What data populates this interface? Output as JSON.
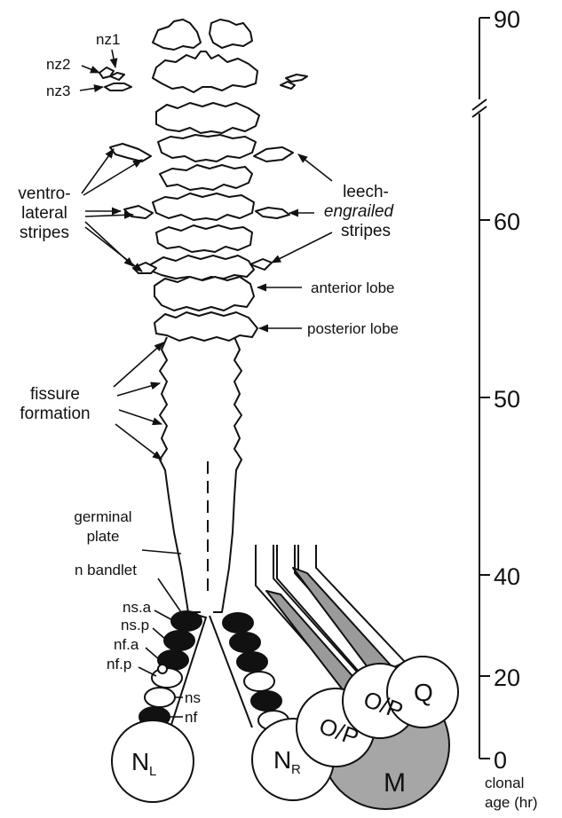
{
  "labels": {
    "nz1": "nz1",
    "nz2": "nz2",
    "nz3": "nz3",
    "ventrolateral": [
      "ventro-",
      "lateral",
      "stripes"
    ],
    "leech_prefix": "leech-",
    "engrailed": "engrailed",
    "stripes": "stripes",
    "anterior_lobe": "anterior lobe",
    "posterior_lobe": "posterior lobe",
    "fissure": [
      "fissure",
      "formation"
    ],
    "germinal_plate": [
      "germinal",
      "plate"
    ],
    "n_bandlet": "n bandlet",
    "ns_a": "ns.a",
    "ns_p": "ns.p",
    "nf_a": "nf.a",
    "nf_p": "nf.p",
    "ns": "ns",
    "nf": "nf"
  },
  "cells": {
    "nl_main": "N",
    "nl_sub": "L",
    "nr_main": "N",
    "nr_sub": "R",
    "op1": "O/P",
    "op2": "O/P",
    "q": "Q",
    "m": "M"
  },
  "axis": {
    "ticks": [
      "90",
      "60",
      "50",
      "40",
      "20",
      "0"
    ],
    "title": [
      "clonal",
      "age (hr)"
    ]
  },
  "colors": {
    "ink": "#111111",
    "m_cell": "#a6a6a6",
    "bandlet_fill": "#9a9a9a"
  }
}
